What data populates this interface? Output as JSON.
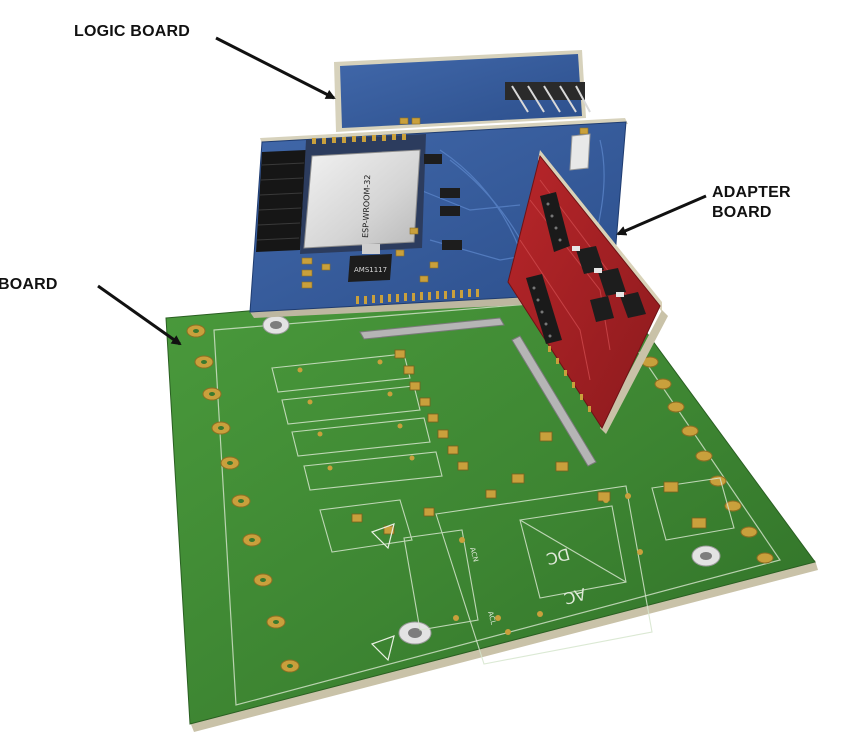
{
  "labels": {
    "logic_board": "LOGIC BOARD",
    "adapter_board_line1": "ADAPTER",
    "adapter_board_line2": "BOARD",
    "main_board": "BOARD"
  },
  "components": {
    "module_label": "ESP-WROOM-32",
    "regulator_label": "AMS1117",
    "dc_label": "DC",
    "ac_label": "AC",
    "acn_label": "ACN",
    "acl_label": "ACL"
  },
  "colors": {
    "main_board": "#3f8a34",
    "logic_board": "#35599a",
    "adapter_board": "#a51e22",
    "pad": "#c9a03c",
    "arrow": "#111111"
  },
  "icons": [
    "logic-board-arrow-icon",
    "adapter-board-arrow-icon",
    "main-board-arrow-icon"
  ]
}
